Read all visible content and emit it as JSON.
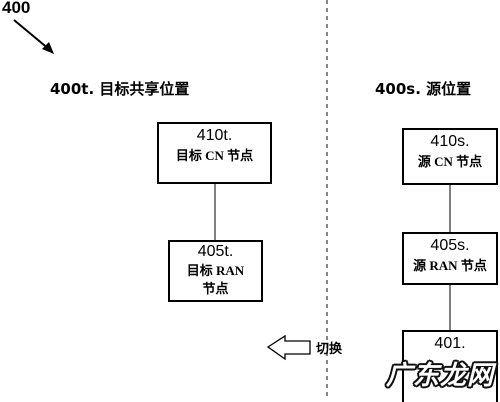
{
  "figure": {
    "number": "400"
  },
  "target_location": {
    "label": "400t. 目标共享位置",
    "cn_node": {
      "id": "410t.",
      "name": "目标 CN 节点"
    },
    "ran_node": {
      "id": "405t.",
      "name_line1": "目标 RAN",
      "name_line2": "节点"
    }
  },
  "source_location": {
    "label": "400s. 源位置",
    "cn_node": {
      "id": "410s.",
      "name": "源 CN 节点"
    },
    "ran_node": {
      "id": "405s.",
      "name": "源 RAN 节点"
    },
    "device": {
      "id": "401."
    }
  },
  "handover": {
    "label": "切换"
  },
  "watermark": {
    "text": "广东龙网"
  },
  "colors": {
    "line": "#000000",
    "background": "#ffffff",
    "divider": "#333333"
  }
}
